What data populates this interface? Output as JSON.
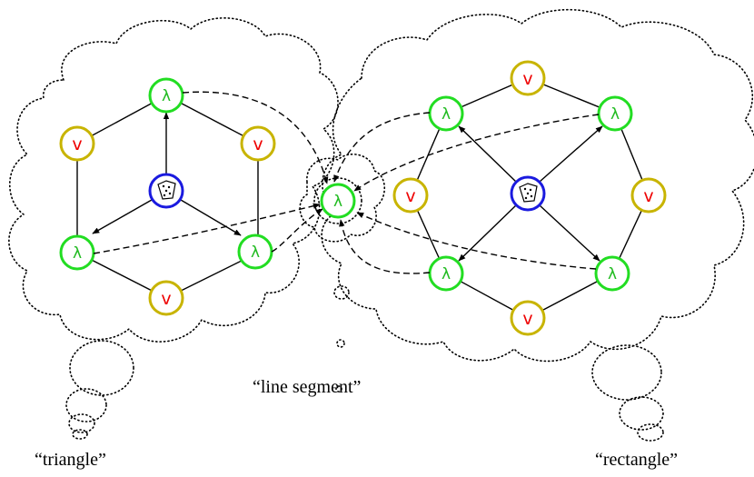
{
  "labels": {
    "lambda": "λ",
    "vee": "v"
  },
  "captions": {
    "triangle": "“triangle”",
    "line_segment": "“line segment”",
    "rectangle": "“rectangle”"
  },
  "colors": {
    "lambda_stroke": "#22dd22",
    "lambda_text": "#22bb22",
    "vee_stroke": "#c8b400",
    "vee_text": "#ee0000",
    "center_stroke": "#1a1adf",
    "line": "#000000"
  },
  "icons": {
    "center_node": "polygon-with-dots-icon"
  }
}
